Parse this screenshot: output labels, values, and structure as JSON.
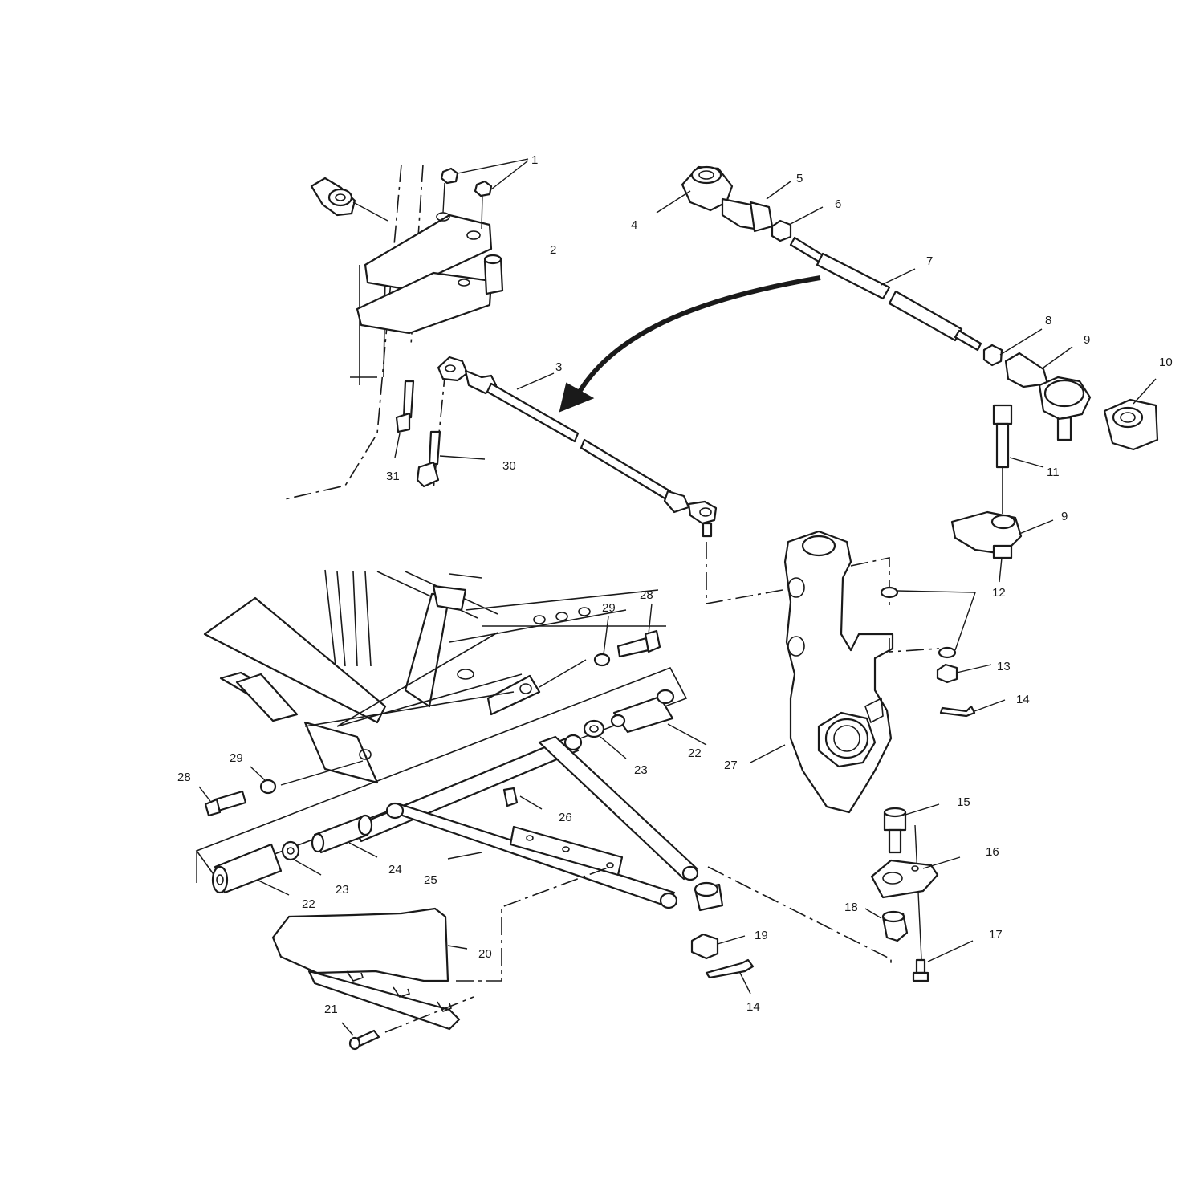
{
  "callouts": {
    "c1": "1",
    "c2": "2",
    "c3": "3",
    "c4": "4",
    "c5": "5",
    "c6": "6",
    "c7": "7",
    "c8": "8",
    "c9a": "9",
    "c9b": "9",
    "c10": "10",
    "c11": "11",
    "c12": "12",
    "c13": "13",
    "c14a": "14",
    "c14b": "14",
    "c15": "15",
    "c16": "16",
    "c17": "17",
    "c18": "18",
    "c19": "19",
    "c20": "20",
    "c21": "21",
    "c22a": "22",
    "c22b": "22",
    "c23a": "23",
    "c23b": "23",
    "c24": "24",
    "c25": "25",
    "c26": "26",
    "c27": "27",
    "c28a": "28",
    "c28b": "28",
    "c29a": "29",
    "c29b": "29",
    "c30": "30",
    "c31": "31"
  },
  "colors": {
    "ink": "#1a1a1a",
    "paper": "#ffffff"
  }
}
